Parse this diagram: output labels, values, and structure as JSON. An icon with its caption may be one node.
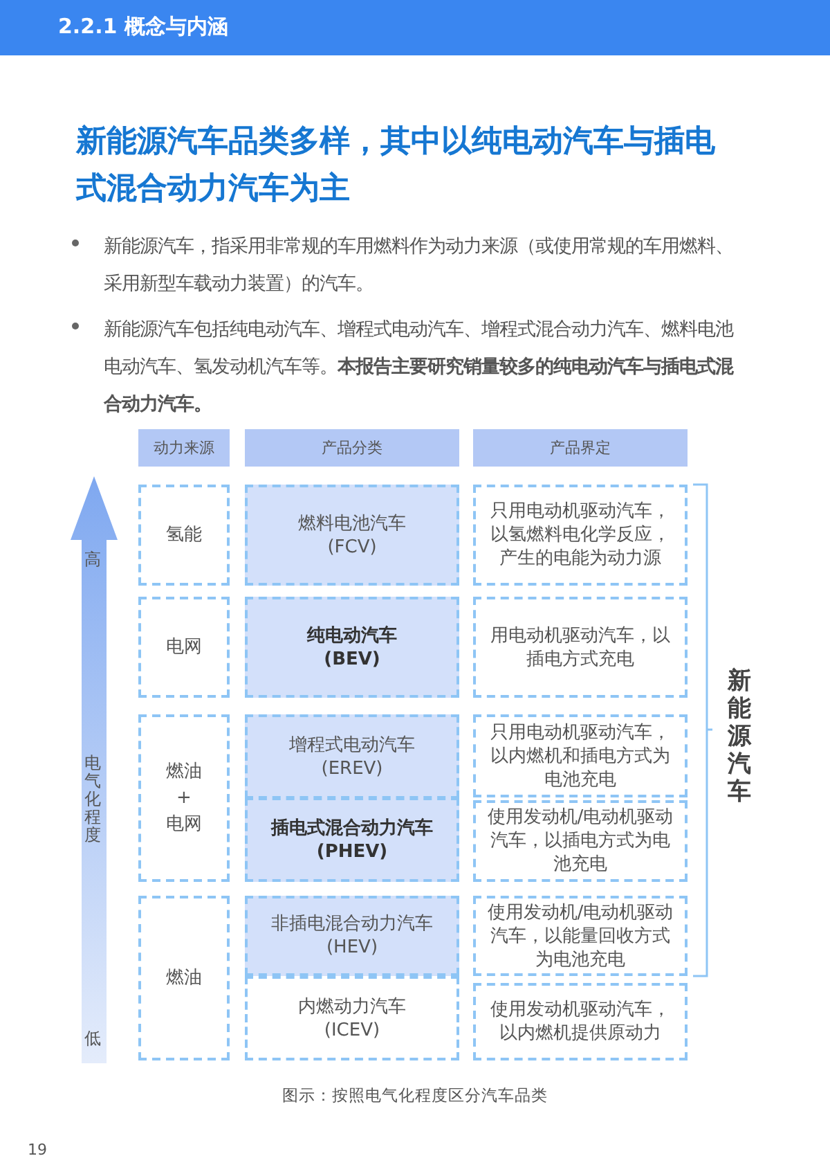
{
  "diagram": {
    "title": "新能源汽车品类多样，其中以纯电动汽车与插电式混合动力汽车为主",
    "caption": "图示：按照电气化程度区分汽车品类",
    "nodes": [
      {
        "text": [
          "动力来源"
        ]
      },
      {
        "text": [
          "产品分类"
        ]
      },
      {
        "text": [
          "产品界定"
        ]
      },
      {
        "text": [
          "氢能"
        ]
      },
      {
        "text": [
          "燃料电池汽车",
          "(FCV)"
        ]
      },
      {
        "text": [
          "只用电动机驱动汽车，以氢燃料电化学反应，产生的电能为动力源"
        ]
      },
      {
        "text": [
          "电网"
        ]
      },
      {
        "text": [
          "纯电动汽车",
          "(BEV)"
        ]
      },
      {
        "text": [
          "用电动机驱动汽车，以插电方式充电"
        ]
      },
      {
        "text": [
          "燃油",
          "+",
          "电网"
        ]
      },
      {
        "text": [
          "增程式电动汽车",
          "(EREV)"
        ]
      },
      {
        "text": [
          "只用电动机驱动汽车，以内燃机和插电方式为电池充电"
        ]
      },
      {
        "text": [
          "插电式混合动力汽车",
          "(PHEV)"
        ]
      },
      {
        "text": [
          "使用发动机/电动机驱动汽车，以插电方式为电池充电"
        ]
      },
      {
        "text": [
          "燃油"
        ]
      },
      {
        "text": [
          "非插电混合动力汽车",
          "(HEV)"
        ]
      },
      {
        "text": [
          "使用发动机/电动机驱动汽车，以能量回收方式为电池充电"
        ]
      },
      {
        "text": [
          "内燃动力汽车",
          "(ICEV)"
        ]
      },
      {
        "text": [
          "使用发动机驱动汽车，以内燃机提供原动力"
        ]
      }
    ],
    "labels": [
      "2.2.1 概念与内涵",
      "新能源汽车，指采用非常规的车用燃料作为动力来源（或使用常规的车用燃料、采用新型车载动力装置）的汽车。",
      "新能源汽车包括纯电动汽车、增程式电动汽车、增程式混合动力汽车、燃料电池电动汽车、氢发动机汽车等。**本报告主要研究销量较多的纯电动汽车与插电式混合动力汽车。**",
      "高",
      "电气化程度",
      "低",
      "新能源汽车",
      "19"
    ]
  }
}
